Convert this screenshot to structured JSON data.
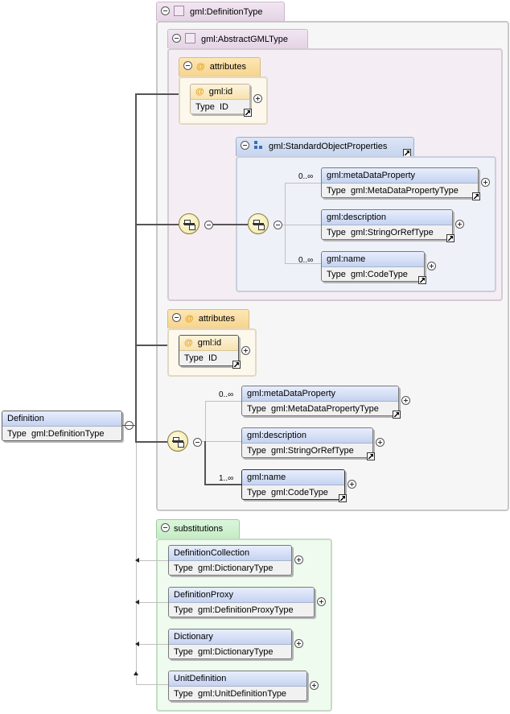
{
  "root": {
    "name": "Definition",
    "type_label": "Type",
    "type_value": "gml:DefinitionType"
  },
  "definition_type": {
    "title": "gml:DefinitionType",
    "abstract": {
      "title": "gml:AbstractGMLType",
      "attributes": {
        "title": "attributes",
        "id": {
          "name": "gml:id",
          "type_label": "Type",
          "type_value": "ID"
        }
      },
      "sop": {
        "title": "gml:StandardObjectProperties",
        "elements": [
          {
            "name": "gml:metaDataProperty",
            "type_label": "Type",
            "type_value": "gml:MetaDataPropertyType",
            "card": "0..∞"
          },
          {
            "name": "gml:description",
            "type_label": "Type",
            "type_value": "gml:StringOrRefType",
            "card": ""
          },
          {
            "name": "gml:name",
            "type_label": "Type",
            "type_value": "gml:CodeType",
            "card": "0..∞"
          }
        ]
      }
    },
    "attributes": {
      "title": "attributes",
      "id": {
        "name": "gml:id",
        "type_label": "Type",
        "type_value": "ID"
      }
    },
    "elements": [
      {
        "name": "gml:metaDataProperty",
        "type_label": "Type",
        "type_value": "gml:MetaDataPropertyType",
        "card": "0..∞"
      },
      {
        "name": "gml:description",
        "type_label": "Type",
        "type_value": "gml:StringOrRefType",
        "card": ""
      },
      {
        "name": "gml:name",
        "type_label": "Type",
        "type_value": "gml:CodeType",
        "card": "1..∞"
      }
    ]
  },
  "substitutions": {
    "title": "substitutions",
    "items": [
      {
        "name": "DefinitionCollection",
        "type_label": "Type",
        "type_value": "gml:DictionaryType"
      },
      {
        "name": "DefinitionProxy",
        "type_label": "Type",
        "type_value": "gml:DefinitionProxyType"
      },
      {
        "name": "Dictionary",
        "type_label": "Type",
        "type_value": "gml:DictionaryType"
      },
      {
        "name": "UnitDefinition",
        "type_label": "Type",
        "type_value": "gml:UnitDefinitionType"
      }
    ]
  }
}
